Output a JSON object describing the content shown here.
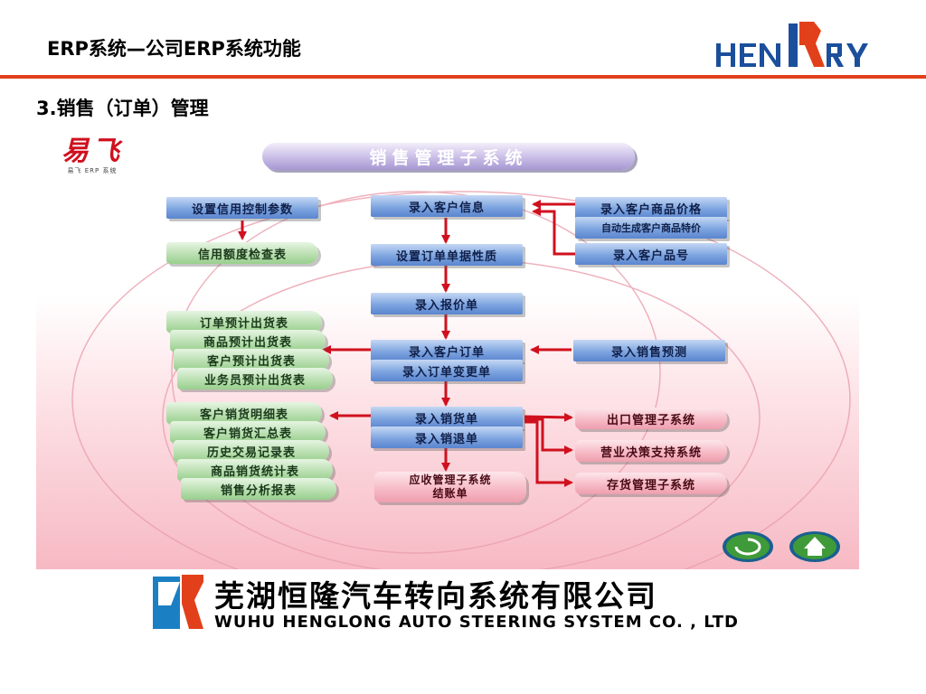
{
  "slide": {
    "title": "ERP系统—公司ERP系统功能",
    "section_title": "3.销售（订单）管理",
    "brand_logo_text": "HENRY"
  },
  "diagram": {
    "title": "销售管理子系统",
    "logo_text": "易飞",
    "logo_caption": "易飞 ERP 系统",
    "center_column": [
      "录入客户信息",
      "设置订单单据性质",
      "录入报价单",
      "录入客户订单",
      "录入订单变更单",
      "录入销货单",
      "录入销退单"
    ],
    "receivable_box": [
      "应收管理子系统",
      "结账单"
    ],
    "credit_column": [
      "设置信用控制参数",
      "信用额度检查表"
    ],
    "right_customer_inputs": [
      "录入客户商品价格",
      "自动生成客户商品特价",
      "录入客户品号"
    ],
    "forecast_input": "录入销售预测",
    "order_reports": [
      "订单预计出货表",
      "商品预计出货表",
      "客户预计出货表",
      "业务员预计出货表"
    ],
    "sales_reports": [
      "客户销货明细表",
      "客户销货汇总表",
      "历史交易记录表",
      "商品销货统计表",
      "销售分析报表"
    ],
    "linked_subsystems": [
      "出口管理子系统",
      "营业决策支持系统",
      "存货管理子系统"
    ],
    "nav_buttons": [
      "back-button",
      "home-button"
    ],
    "colors": {
      "arrow": "#d0101e",
      "blue_box": "#7ea5e0",
      "green_box": "#b7deae",
      "pink_box": "#f6b8c4",
      "title_pill": "#a697d2"
    }
  },
  "footer": {
    "company_cn": "芜湖恒隆汽车转向系统有限公司",
    "company_en": "WUHU HENGLONG AUTO STEERING SYSTEM CO. , LTD"
  }
}
